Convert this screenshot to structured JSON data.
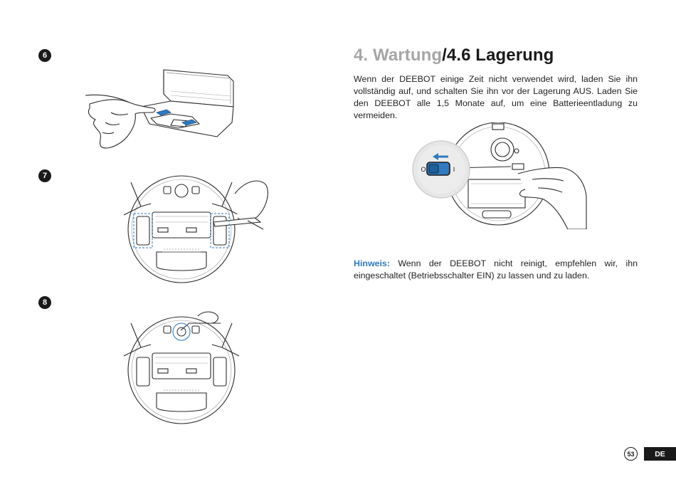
{
  "steps": [
    {
      "number": "6"
    },
    {
      "number": "7"
    },
    {
      "number": "8"
    }
  ],
  "heading": {
    "chapter": "4. Wartung",
    "section": "/4.6 Lagerung"
  },
  "paragraph": "Wenn der DEEBOT einige Zeit nicht verwendet wird, laden Sie ihn vollständig auf, und schalten Sie ihn vor der Lagerung AUS. Laden Sie den DEEBOT alle 1,5 Monate auf, um eine Batterieentladung zu vermeiden.",
  "switch": {
    "off_label": "O",
    "on_label": "I"
  },
  "note": {
    "label": "Hinweis:",
    "text": " Wenn der DEEBOT nicht reinigt, empfehlen wir, ihn eingeschaltet (Betriebsschalter EIN) zu lassen und zu laden."
  },
  "footer": {
    "page_number": "53",
    "language": "DE"
  },
  "colors": {
    "accent_blue": "#2f7ac0",
    "heading_grey": "#a6a6a6",
    "ink": "#1a1a1a"
  }
}
